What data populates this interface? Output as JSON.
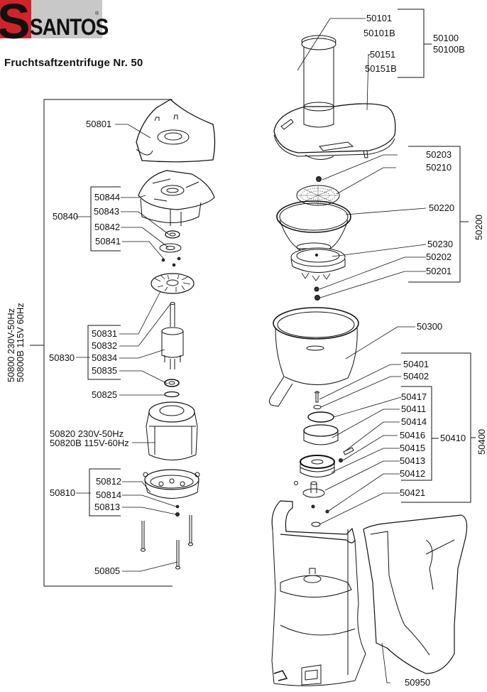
{
  "brand": {
    "logo_text": "SANTOS",
    "logo_initial": "S",
    "registered": "®",
    "colors": {
      "red": "#d3232a",
      "gray": "#c8c8c8",
      "black": "#111111"
    }
  },
  "title": "Fruchtsaftzentrifuge Nr. 50",
  "groups": {
    "motor_group": [
      "50800 230V-50Hz",
      "50800B 115V 60Hz"
    ],
    "lid_group": "50100",
    "lid_group_b": "50100B",
    "basket_group": "50200",
    "drive_group": "50400",
    "bearing_group": "50410",
    "bearing_flange_group": "50840",
    "rotor_group": "50830",
    "motor_base_group": "50810"
  },
  "parts": {
    "p50101": "50101",
    "p50101B": "50101B",
    "p50151": "50151",
    "p50151B": "50151B",
    "p50203": "50203",
    "p50210": "50210",
    "p50220": "50220",
    "p50230": "50230",
    "p50202": "50202",
    "p50201": "50201",
    "p50300": "50300",
    "p50401": "50401",
    "p50402": "50402",
    "p50417": "50417",
    "p50411": "50411",
    "p50414": "50414",
    "p50416": "50416",
    "p50415": "50415",
    "p50413": "50413",
    "p50412": "50412",
    "p50421": "50421",
    "p50950": "50950",
    "p50801": "50801",
    "p50844": "50844",
    "p50843": "50843",
    "p50842": "50842",
    "p50841": "50841",
    "p50831": "50831",
    "p50832": "50832",
    "p50834": "50834",
    "p50835": "50835",
    "p50825": "50825",
    "p50820": "50820 230V-50Hz",
    "p50820B": "50820B 115V-60Hz",
    "p50812": "50812",
    "p50814": "50814",
    "p50813": "50813",
    "p50805": "50805"
  }
}
